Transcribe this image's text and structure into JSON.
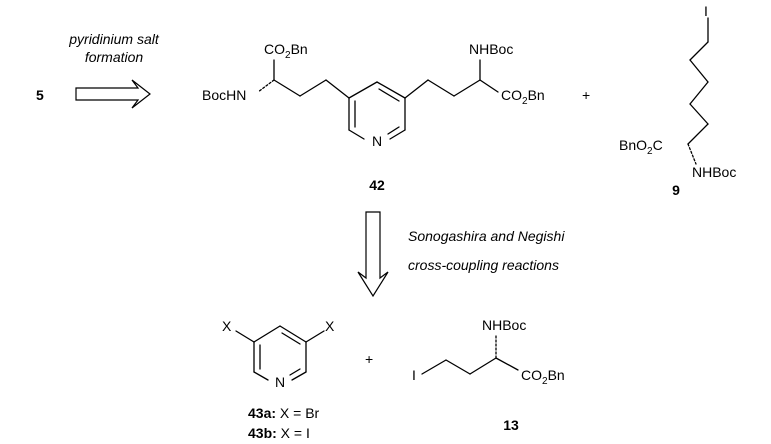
{
  "scheme": {
    "start_compound": "5",
    "step1": {
      "line1": "pyridinium salt",
      "line2": "formation"
    },
    "compound_42": {
      "number": "42",
      "left_ester": "CO",
      "left_ester_sub": "2",
      "left_ester_tail": "Bn",
      "left_amine": "BocHN",
      "right_amine": "NHBoc",
      "right_ester": "CO",
      "right_ester_sub": "2",
      "right_ester_tail": "Bn",
      "ring_n": "N"
    },
    "plus_1": "+",
    "compound_9": {
      "number": "9",
      "iodide": "I",
      "ester": "BnO",
      "ester_sub": "2",
      "ester_tail": "C",
      "amine": "NHBoc"
    },
    "step2": {
      "line1": "Sonogashira and Negishi",
      "line2": "cross-coupling reactions"
    },
    "compound_43": {
      "sub_left": "X",
      "sub_right": "X",
      "ring_n": "N",
      "label_a_bold": "43a:",
      "label_a_text": " X = Br",
      "label_b_bold": "43b:",
      "label_b_text": " X = I"
    },
    "plus_2": "+",
    "compound_13": {
      "number": "13",
      "iodide": "I",
      "amine": "NHBoc",
      "ester": "CO",
      "ester_sub": "2",
      "ester_tail": "Bn"
    }
  }
}
